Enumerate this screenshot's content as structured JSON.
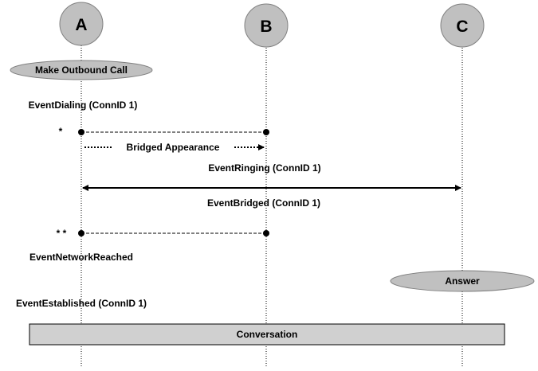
{
  "participants": [
    {
      "id": "A",
      "label": "A"
    },
    {
      "id": "B",
      "label": "B"
    },
    {
      "id": "C",
      "label": "C"
    }
  ],
  "actions": {
    "make_outbound_call": "Make Outbound Call",
    "answer": "Answer"
  },
  "events": {
    "dialing": "EventDialing (ConnID 1)",
    "ringing": "EventRinging (ConnID 1)",
    "bridged": "EventBridged (ConnID 1)",
    "network_reached": "EventNetworkReached",
    "established": "EventEstablished (ConnID 1)"
  },
  "messages": {
    "bridged_appearance": "Bridged Appearance"
  },
  "markers": {
    "single": "*",
    "double": "* *"
  },
  "conversation_label": "Conversation",
  "colors": {
    "circle_fill": "#c0c0c0",
    "ellipse_fill": "#c0c0c0",
    "bar_fill": "#d0d0d0",
    "line": "#000000"
  }
}
